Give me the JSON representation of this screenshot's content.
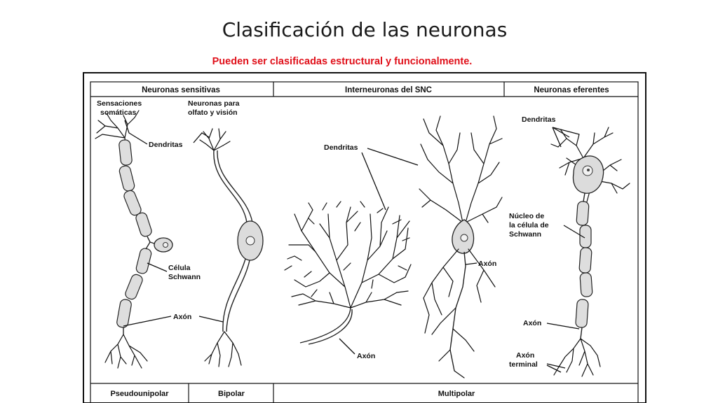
{
  "title": "Clasificación de las neuronas",
  "subtitle": "Pueden ser clasificadas estructural y funcionalmente.",
  "figure": {
    "headers": {
      "sensitive": "Neuronas sensitivas",
      "interneurons": "Interneuronas del SNC",
      "efferent": "Neuronas eferentes"
    },
    "labels": {
      "sensaciones_1": "Sensaciones",
      "sensaciones_2": "somáticas",
      "olfato_1": "Neuronas para",
      "olfato_2": "olfato y visión",
      "dendritas": "Dendritas",
      "celula_1": "Célula",
      "celula_2": "Schwann",
      "axon": "Axón",
      "nucleo_1": "Núcleo de",
      "nucleo_2": "la célula de",
      "nucleo_3": "Schwann",
      "axon_terminal_1": "Axón",
      "axon_terminal_2": "terminal"
    },
    "footers": {
      "pseudounipolar": "Pseudounipolar",
      "bipolar": "Bipolar",
      "multipolar": "Multipolar"
    }
  }
}
